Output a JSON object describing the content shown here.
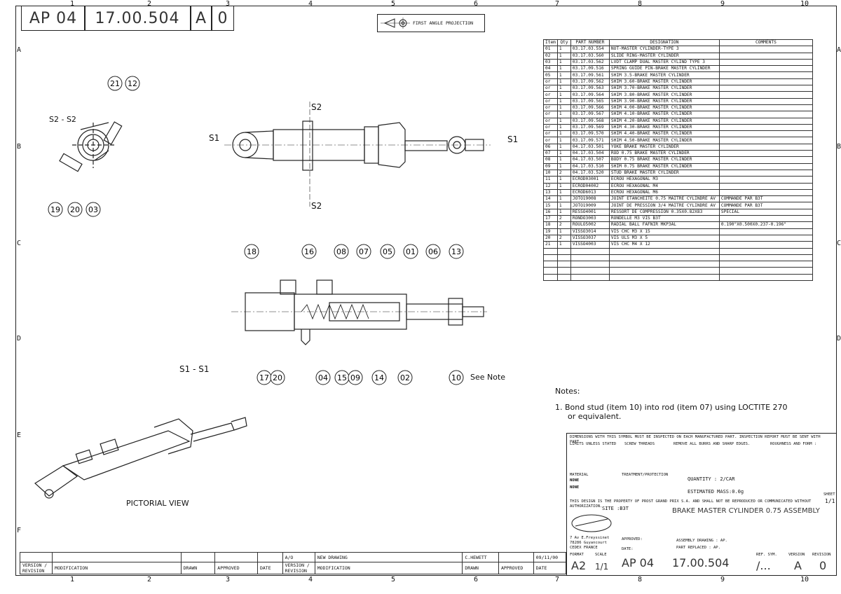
{
  "header": {
    "prefix": "AP 04",
    "number": "17.00.504",
    "letter": "A",
    "revision": "0",
    "projection": "FIRST ANGLE PROJECTION"
  },
  "zones_top": [
    "1",
    "2",
    "3",
    "4",
    "5",
    "6",
    "7",
    "8",
    "9",
    "10"
  ],
  "zones_side": [
    "A",
    "B",
    "C",
    "D",
    "E",
    "F"
  ],
  "bom": {
    "headers": [
      "Item",
      "Qty",
      "PART NUMBER",
      "DESIGNATION",
      "COMMENTS"
    ],
    "rows": [
      [
        "01",
        "1",
        "03.17.03.554",
        "NUT-MASTER CYLINDER-TYPE 3",
        ""
      ],
      [
        "02",
        "1",
        "03.17.03.560",
        "SLIDE RING-MASTER CYLINDER",
        ""
      ],
      [
        "03",
        "1",
        "03.17.03.562",
        "LVDT CLAMP DUAL MASTER CYLIND  TYPE 3",
        ""
      ],
      [
        "04",
        "1",
        "03.17.09.516",
        "SPRING GUIDE PIN-BRAKE MASTER CYLINDER",
        ""
      ],
      [
        "05",
        "1",
        "03.17.09.561",
        "SHIM 3.5-BRAKE MASTER CYLINDER",
        ""
      ],
      [
        "or",
        "1",
        "03.17.09.562",
        "SHIM 3.60-BRAKE MASTER CYLINDER",
        ""
      ],
      [
        "or",
        "1",
        "03.17.09.563",
        "SHIM 3.70-BRAKE MASTER CYLINDER",
        ""
      ],
      [
        "or",
        "1",
        "03.17.09.564",
        "SHIM 3.80-BRAKE MASTER CYLINDER",
        ""
      ],
      [
        "or",
        "1",
        "03.17.09.565",
        "SHIM 3.90-BRAKE MASTER CYLINDER",
        ""
      ],
      [
        "or",
        "1",
        "03.17.09.566",
        "SHIM 4.00-BRAKE MASTER CYLINDER",
        ""
      ],
      [
        "or",
        "1",
        "03.17.09.567",
        "SHIM 4.10-BRAKE MASTER CYLINDER",
        ""
      ],
      [
        "or",
        "1",
        "03.17.09.568",
        "SHIM 4.20-BRAKE MASTER CYLINDER",
        ""
      ],
      [
        "or",
        "1",
        "03.17.09.569",
        "SHIM 4.30-BRAKE MASTER CYLINDER",
        ""
      ],
      [
        "or",
        "1",
        "03.17.09.570",
        "SHIM 4.40-BRAKE MASTER CYLINDER",
        ""
      ],
      [
        "or",
        "1",
        "03.17.09.571",
        "SHIM 4.50-BRAKE MASTER CYLINDER",
        ""
      ],
      [
        "06",
        "1",
        "04.17.03.501",
        "YOKE BRAKE MASTER CYLINDER",
        ""
      ],
      [
        "07",
        "1",
        "04.17.03.504",
        "ROD 0.75 BRAKE MASTER CYLINDER",
        ""
      ],
      [
        "08",
        "1",
        "04.17.03.507",
        "BODY 0.75 BRAKE MASTER CYLINDER",
        ""
      ],
      [
        "09",
        "1",
        "04.17.03.510",
        "SHIM 0.75 BRAKE MASTER CYLINDER",
        ""
      ],
      [
        "10",
        "2",
        "04.17.03.520",
        "STUD BRAKE MASTER CYLINDER",
        ""
      ],
      [
        "11",
        "1",
        "ECROD03001",
        "ECROU HEXAGONAL M3",
        ""
      ],
      [
        "12",
        "1",
        "ECROD04002",
        "ECROU HEXAGONAL M4",
        ""
      ],
      [
        "13",
        "1",
        "ECROD6013",
        "ECROU HEXAGONAL M6",
        ""
      ],
      [
        "14",
        "1",
        "JOTO19008",
        "JOINT ETANCHEITE 0.75 MAITRE CYLINDRE AV",
        "COMMANDE PAR B3T"
      ],
      [
        "15",
        "1",
        "JOTO19009",
        "JOINT DE PRESSION 3/4 MAITRE CYLINDRE AV",
        "COMMANDE PAR B3T"
      ],
      [
        "16",
        "1",
        "RESSO4001",
        "RESSORT DE COMPRESSION   0.35X0.82X83",
        "SPECIAL"
      ],
      [
        "17",
        "2",
        "RONDO3003",
        "RONDELLE M3 VIS B3T",
        ""
      ],
      [
        "18",
        "2",
        "ROULO5002",
        "RADIAL BALL FAFNIR MKP3AL",
        "0.190\"X0.500X0.237-0.196\""
      ],
      [
        "19",
        "1",
        "VISSO3014",
        "VIS CHC M3 X 15",
        ""
      ],
      [
        "20",
        "2",
        "VISSO3037",
        "VIS ULS M3 X 5",
        ""
      ],
      [
        "21",
        "1",
        "VISSO4003",
        "VIS CHC M4 X 12",
        ""
      ],
      [
        "",
        "",
        "",
        "",
        ""
      ],
      [
        "",
        "",
        "",
        "",
        ""
      ],
      [
        "",
        "",
        "",
        "",
        ""
      ],
      [
        "",
        "",
        "",
        "",
        ""
      ],
      [
        "",
        "",
        "",
        "",
        ""
      ]
    ]
  },
  "views": {
    "section_s2": "S2 - S2",
    "section_s1": "S1 - S1",
    "pictorial": "PICTORIAL VIEW",
    "cut_s1": "S1",
    "cut_s2": "S2",
    "see_note": "See Note"
  },
  "balloons_s2": [
    "21",
    "12",
    "19",
    "20",
    "03"
  ],
  "balloons_s1_top": [
    "18",
    "16",
    "08",
    "07",
    "05",
    "01",
    "06",
    "13"
  ],
  "balloons_s1_bottom": [
    "17",
    "20",
    "04",
    "15",
    "09",
    "14",
    "02",
    "10"
  ],
  "notes": {
    "title": "Notes:",
    "line1": "1.  Bond stud (item 10) into rod (item 07) using LOCTITE 270",
    "line2": "or equivalent."
  },
  "title_block": {
    "inspection": "DIMENSIONS WITH THIS SYMBOL MUST BE INSPECTED ON EACH MANUFACTURED PART. INSPECTION REPORT MUST BE SENT WITH PART.",
    "limits": "LIMITS UNLESS STATED",
    "screw": "SCREW THREADS",
    "burrs": "REMOVE ALL BURRS AND SHARP EDGES.",
    "roughness": "ROUGHNESS AND FORM :",
    "material": "MATERIAL",
    "material_v1": "NONE",
    "material_v2": "NONE",
    "treatment": "TREATMENT/PROTECTION",
    "quantity": "QUANTITY :  2/CAR",
    "mass": "ESTIMATED MASS:0.0g",
    "property": "THIS DESIGN IS THE PROPERTY OF PROST GRAND PRIX S.A. AND SHALL NOT BE REPRODUCED OR COMMUNICATED WITHOUT AUTHORIZATION.",
    "site": "SITE :B3T",
    "title": "BRAKE MASTER CYLINDER 0.75 ASSEMBLY",
    "address1": "7 Av E.Freyssinet",
    "address2": "78286 Guyancourt",
    "address3": "CEDEX FRANCE",
    "approved": "APPROVED:",
    "date": "DATE:",
    "assembly": "ASSEMBLY DRAWING : AP.",
    "replaced": "PART REPLACED    : AP.",
    "format_h": "FORMAT",
    "scale_h": "SCALE",
    "format": "A2",
    "scale": "1/1",
    "num_prefix": "AP  04",
    "num": "17.00.504",
    "ref_h": "REF. SYM.",
    "ref": "/...",
    "version_h": "VERSION",
    "revision_h": "REVISION",
    "version": "A",
    "revision": "0",
    "sheet": "SHEET",
    "sheet_v": "1/1"
  },
  "revisions": {
    "version": "A/O",
    "modification": "NEW DRAWING",
    "drawn": "C.HEWETT",
    "date": "09/11/00",
    "h_version": "VERSION / REVISION",
    "h_mod": "MODIFICATION",
    "h_drawn": "DRAWN",
    "h_approved": "APPROVED",
    "h_date": "DATE"
  }
}
